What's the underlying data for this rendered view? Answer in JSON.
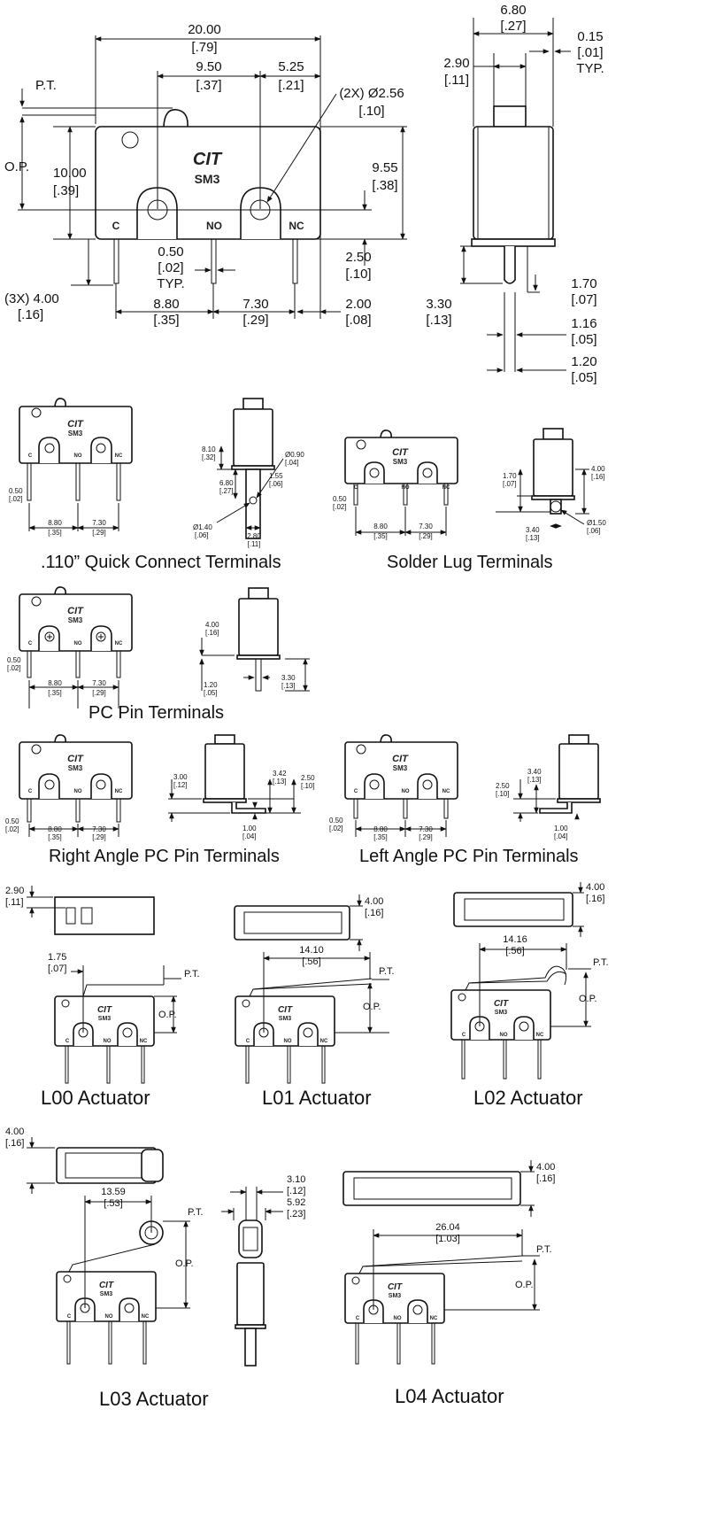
{
  "brand": "CIT",
  "model": "SM3",
  "pins": {
    "c": "C",
    "no": "NO",
    "nc": "NC"
  },
  "main": {
    "width": "20.00",
    "width_in": "[.79]",
    "pt": "P.T.",
    "op": "O.P.",
    "d950": "9.50",
    "d950_in": "[.37]",
    "d525": "5.25",
    "d525_in": "[.21]",
    "hole": "(2X) Ø2.56",
    "hole_in": "[.10]",
    "h1000": "10.00",
    "h1000_in": "[.39]",
    "h955": "9.55",
    "h955_in": "[.38]",
    "d050": "0.50",
    "d050_in": "[.02]",
    "typ": "TYP.",
    "d250": "2.50",
    "d250_in": "[.10]",
    "pin3x": "(3X) 4.00",
    "pin3x_in": "[.16]",
    "d880": "8.80",
    "d880_in": "[.35]",
    "d730": "7.30",
    "d730_in": "[.29]",
    "d200": "2.00",
    "d200_in": "[.08]"
  },
  "side": {
    "d680": "6.80",
    "d680_in": "[.27]",
    "d015": "0.15",
    "d015_in": "[.01]",
    "typ": "TYP.",
    "d290": "2.90",
    "d290_in": "[.11]",
    "d170": "1.70",
    "d170_in": "[.07]",
    "d330": "3.30",
    "d330_in": "[.13]",
    "d116": "1.16",
    "d116_in": "[.05]",
    "d120": "1.20",
    "d120_in": "[.05]"
  },
  "qc": {
    "caption": ".110” Quick Connect Terminals",
    "d050": "0.50",
    "d050_in": "[.02]",
    "d880": "8.80",
    "d880_in": "[.35]",
    "d730": "7.30",
    "d730_in": "[.29]",
    "d090": "Ø0.90",
    "d090_in": "[.04]",
    "d810": "8.10",
    "d810_in": "[.32]",
    "d680": "6.80",
    "d680_in": "[.27]",
    "d155": "1.55",
    "d155_in": "[.06]",
    "d140": "Ø1.40",
    "d140_in": "[.06]",
    "d280": "2.80",
    "d280_in": "[.11]"
  },
  "sl": {
    "caption": "Solder Lug Terminals",
    "d050": "0.50",
    "d050_in": "[.02]",
    "d880": "8.80",
    "d880_in": "[.35]",
    "d730": "7.30",
    "d730_in": "[.29]",
    "d170": "1.70",
    "d170_in": "[.07]",
    "d400": "4.00",
    "d400_in": "[.16]",
    "d340": "3.40",
    "d340_in": "[.13]",
    "d150": "Ø1.50",
    "d150_in": "[.06]"
  },
  "pc": {
    "caption": "PC Pin Terminals",
    "d050": "0.50",
    "d050_in": "[.02]",
    "d880": "8.80",
    "d880_in": "[.35]",
    "d730": "7.30",
    "d730_in": "[.29]",
    "d400": "4.00",
    "d400_in": "[.16]",
    "d120": "1.20",
    "d120_in": "[.05]",
    "d330": "3.30",
    "d330_in": "[.13]"
  },
  "ra": {
    "caption": "Right Angle PC Pin Terminals",
    "d050": "0.50",
    "d050_in": "[.02]",
    "d880": "8.80",
    "d880_in": "[.35]",
    "d730": "7.30",
    "d730_in": "[.29]",
    "d300": "3.00",
    "d300_in": "[.12]",
    "d342": "3.42",
    "d342_in": "[.13]",
    "d250": "2.50",
    "d250_in": "[.10]",
    "d100": "1.00",
    "d100_in": "[.04]"
  },
  "la": {
    "caption": "Left Angle PC Pin Terminals",
    "d050": "0.50",
    "d050_in": "[.02]",
    "d880": "8.80",
    "d880_in": "[.35]",
    "d730": "7.30",
    "d730_in": "[.29]",
    "d340": "3.40",
    "d340_in": "[.13]",
    "d250": "2.50",
    "d250_in": "[.10]",
    "d100": "1.00",
    "d100_in": "[.04]"
  },
  "l00": {
    "caption": "L00 Actuator",
    "d290": "2.90",
    "d290_in": "[.11]",
    "d175": "1.75",
    "d175_in": "[.07]",
    "pt": "P.T.",
    "op": "O.P."
  },
  "l01": {
    "caption": "L01 Actuator",
    "d400": "4.00",
    "d400_in": "[.16]",
    "d1410": "14.10",
    "d1410_in": "[.56]",
    "pt": "P.T.",
    "op": "O.P."
  },
  "l02": {
    "caption": "L02 Actuator",
    "d400": "4.00",
    "d400_in": "[.16]",
    "d1416": "14.16",
    "d1416_in": "[.56]",
    "pt": "P.T.",
    "op": "O.P."
  },
  "l03": {
    "caption": "L03 Actuator",
    "d400": "4.00",
    "d400_in": "[.16]",
    "d1359": "13.59",
    "d1359_in": "[.53]",
    "pt": "P.T.",
    "op": "O.P.",
    "d310": "3.10",
    "d310_in": "[.12]",
    "d592": "5.92",
    "d592_in": "[.23]"
  },
  "l04": {
    "caption": "L04 Actuator",
    "d400": "4.00",
    "d400_in": "[.16]",
    "d2604": "26.04",
    "d2604_in": "[1.03]",
    "pt": "P.T.",
    "op": "O.P."
  }
}
